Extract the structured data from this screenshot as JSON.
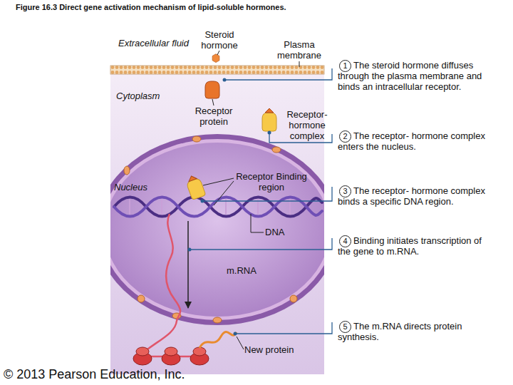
{
  "diagram": {
    "title": "Figure 16.3 Direct gene activation mechanism of lipid-soluble hormones.",
    "nodes": [
      {
        "text": [
          "Cytoplasm"
        ]
      },
      {
        "text": [
          "Nucleus"
        ],
        "in": 0
      }
    ],
    "labels": [
      "Extracellular fluid",
      "Steroid hormone",
      "Plasma membrane",
      "1",
      "The steroid hormone diffuses through the plasma membrane and binds an intracellular receptor.",
      "Receptor protein",
      "Receptor- hormone complex",
      "2",
      "The receptor- hormone complex enters the nucleus.",
      "Receptor Binding region",
      "3",
      "The receptor- hormone complex binds a specific DNA region.",
      "DNA",
      "4",
      "Binding initiates transcription of the gene to m.RNA.",
      "m.RNA",
      "5",
      "The m.RNA directs protein synthesis.",
      "New protein",
      "© 2013 Pearson Education, Inc."
    ]
  }
}
